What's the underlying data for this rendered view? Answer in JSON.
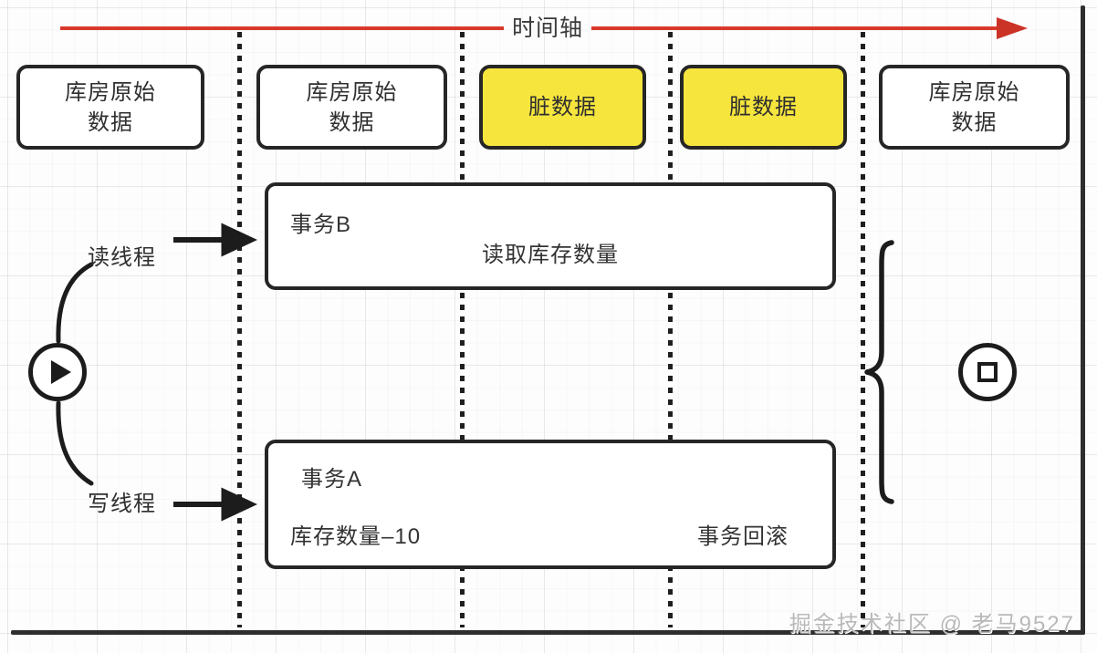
{
  "diagram": {
    "timeline": {
      "label": "时间轴",
      "arrow_color": "#cc3327"
    },
    "watermark": "掘金技术社区 @ 老马9527",
    "colors": {
      "dirty_fill": "#f6e53d",
      "box_stroke": "#262626",
      "timeline": "#d8392b",
      "grid": "#f0f0f0"
    },
    "state_boxes": [
      {
        "text": "库房原始\n数据",
        "kind": "clean"
      },
      {
        "text": "库房原始\n数据",
        "kind": "clean"
      },
      {
        "text": "脏数据",
        "kind": "dirty"
      },
      {
        "text": "脏数据",
        "kind": "dirty"
      },
      {
        "text": "库房原始\n数据",
        "kind": "clean"
      }
    ],
    "threads": {
      "read_label": "读线程",
      "write_label": "写线程",
      "start_icon": "play-icon",
      "end_icon": "stop-icon"
    },
    "transactions": [
      {
        "id": "txn-b",
        "name": "事务B",
        "steps": [
          {
            "text": "读取库存数量"
          }
        ]
      },
      {
        "id": "txn-a",
        "name": "事务A",
        "steps": [
          {
            "text": "库存数量–10"
          },
          {
            "text": "事务回滚"
          }
        ]
      }
    ]
  }
}
